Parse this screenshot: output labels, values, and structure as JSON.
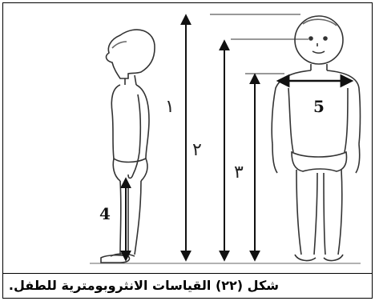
{
  "caption": "شكل (٢٢) القياسات الانثروبومترية للطفل.",
  "labels": {
    "m1": "١",
    "m2": "٢",
    "m3": "٣",
    "m4": "4",
    "m5": "5"
  }
}
